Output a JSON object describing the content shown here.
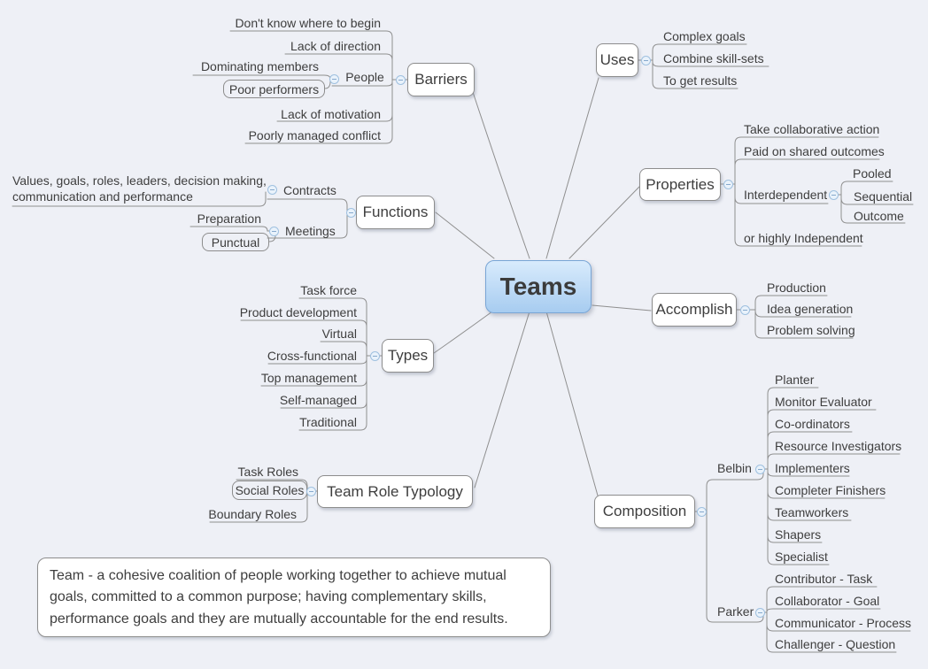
{
  "colors": {
    "background": "#eef0f6",
    "line": "#8f8f8f",
    "node_fill": "#ffffff",
    "node_border": "#8d8d8d",
    "center_fill_top": "#d8ebfc",
    "center_fill_bottom": "#a7ccf0",
    "center_border": "#79a5d5",
    "text": "#3e3e3e",
    "collapse_icon_fill": "#e9f2fb",
    "collapse_icon_border": "#9fc0df"
  },
  "map": {
    "root_label": "Teams",
    "barriers": {
      "label": "Barriers",
      "dont_know": "Don't know where to begin",
      "lack_direction": "Lack of direction",
      "people": {
        "label": "People",
        "dominating": "Dominating members",
        "poor_performers": "Poor performers"
      },
      "lack_motivation": "Lack of motivation",
      "poorly_managed": "Poorly managed conflict"
    },
    "uses": {
      "label": "Uses",
      "complex_goals": "Complex goals",
      "combine_skill_sets": "Combine skill-sets",
      "to_get_results": "To get results"
    },
    "properties": {
      "label": "Properties",
      "take_collaborative_action": "Take collaborative action",
      "paid_on_shared_outcomes": "Paid on shared outcomes",
      "interdependent": {
        "label": "Interdependent",
        "pooled": "Pooled",
        "sequential": "Sequential",
        "outcome": "Outcome"
      },
      "or_highly_independent": "or highly Independent"
    },
    "accomplish": {
      "label": "Accomplish",
      "production": "Production",
      "idea_generation": "Idea generation",
      "problem_solving": "Problem solving"
    },
    "composition": {
      "label": "Composition",
      "belbin": {
        "label": "Belbin",
        "planter": "Planter",
        "monitor_evaluator": "Monitor Evaluator",
        "co_ordinators": "Co-ordinators",
        "resource_investigators": "Resource Investigators",
        "implementers": "Implementers",
        "completer_finishers": "Completer Finishers",
        "teamworkers": "Teamworkers",
        "shapers": "Shapers",
        "specialist": "Specialist"
      },
      "parker": {
        "label": "Parker",
        "contributor": "Contributor - Task",
        "collaborator": "Collaborator - Goal",
        "communicator": "Communicator - Process",
        "challenger": "Challenger - Question"
      }
    },
    "functions": {
      "label": "Functions",
      "contracts": {
        "label": "Contracts",
        "values": "Values, goals, roles, leaders, decision making, communication and performance"
      },
      "meetings": {
        "label": "Meetings",
        "preparation": "Preparation",
        "punctual": "Punctual"
      }
    },
    "types": {
      "label": "Types",
      "task_force": "Task force",
      "product_development": "Product development",
      "virtual": "Virtual",
      "cross_functional": "Cross-functional",
      "top_management": "Top management",
      "self_managed": "Self-managed",
      "traditional": "Traditional"
    },
    "team_role_typology": {
      "label": "Team Role Typology",
      "task_roles": "Task Roles",
      "social_roles": "Social Roles",
      "boundary_roles": "Boundary Roles"
    }
  },
  "note": {
    "text": "Team - a cohesive coalition of people working together to achieve mutual goals, committed to a common purpose; having complementary skills, performance goals and they are mutually accountable for the end results."
  }
}
